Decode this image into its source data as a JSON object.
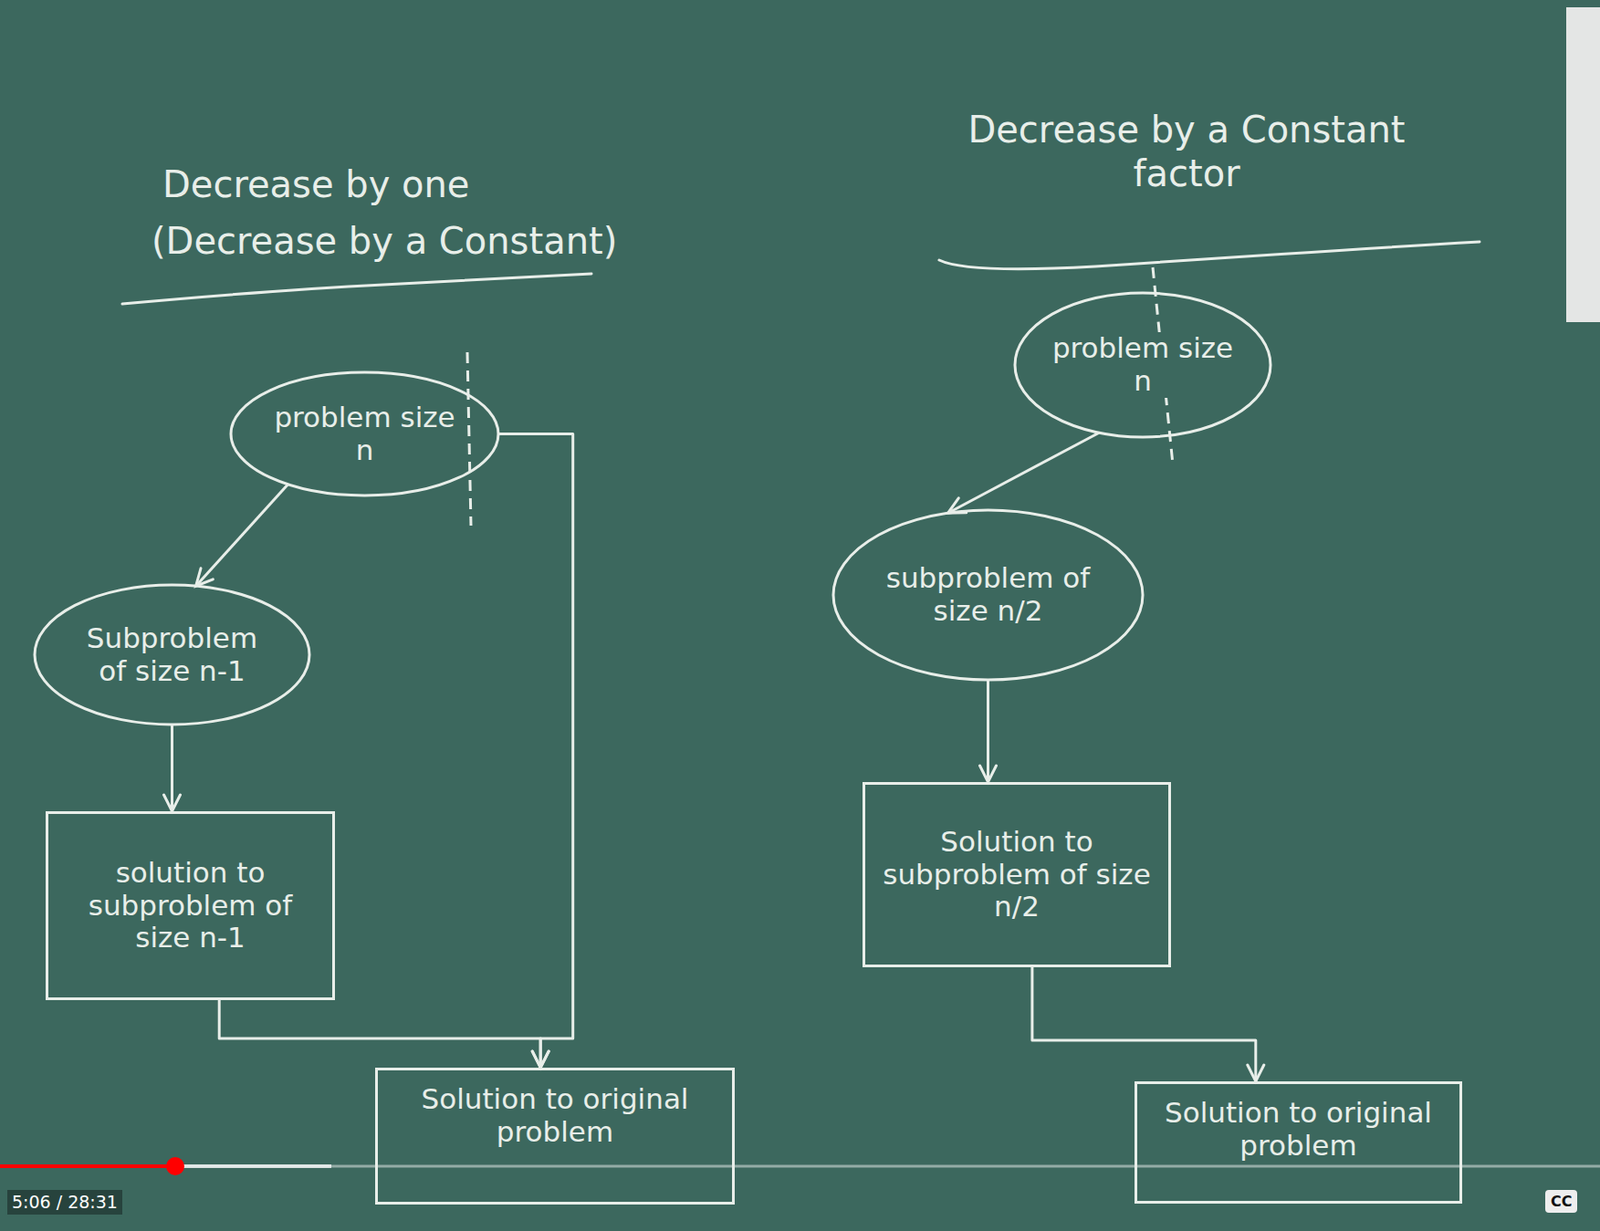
{
  "diagram": {
    "nodes": [
      {
        "text": [
          "problem size n"
        ]
      },
      {
        "text": [
          "Subproblem of size n-1"
        ]
      },
      {
        "text": [
          "solution to subproblem of size n-1"
        ]
      },
      {
        "text": [
          "Solution to original problem"
        ]
      },
      {
        "text": [
          "problem size n"
        ]
      },
      {
        "text": [
          "subproblem of size n/2"
        ]
      },
      {
        "text": [
          "Solution to subproblem of size n/2"
        ]
      },
      {
        "text": [
          "Solution to original problem"
        ]
      }
    ],
    "edges": [
      {
        "from": 0,
        "to": 1,
        "arrow": "to"
      },
      {
        "from": 1,
        "to": 2,
        "arrow": "to"
      },
      {
        "from": 2,
        "to": 3,
        "arrow": "to"
      },
      {
        "from": 0,
        "to": 3,
        "arrow": "to"
      },
      {
        "from": 4,
        "to": 5,
        "arrow": "to"
      },
      {
        "from": 5,
        "to": 6,
        "arrow": "to"
      },
      {
        "from": 6,
        "to": 7,
        "arrow": "to"
      }
    ],
    "labels": [
      "Decrease by one",
      "(Decrease by a Constant)",
      "Decrease by a Constant factor",
      "5:06 / 28:31",
      "CC"
    ]
  }
}
